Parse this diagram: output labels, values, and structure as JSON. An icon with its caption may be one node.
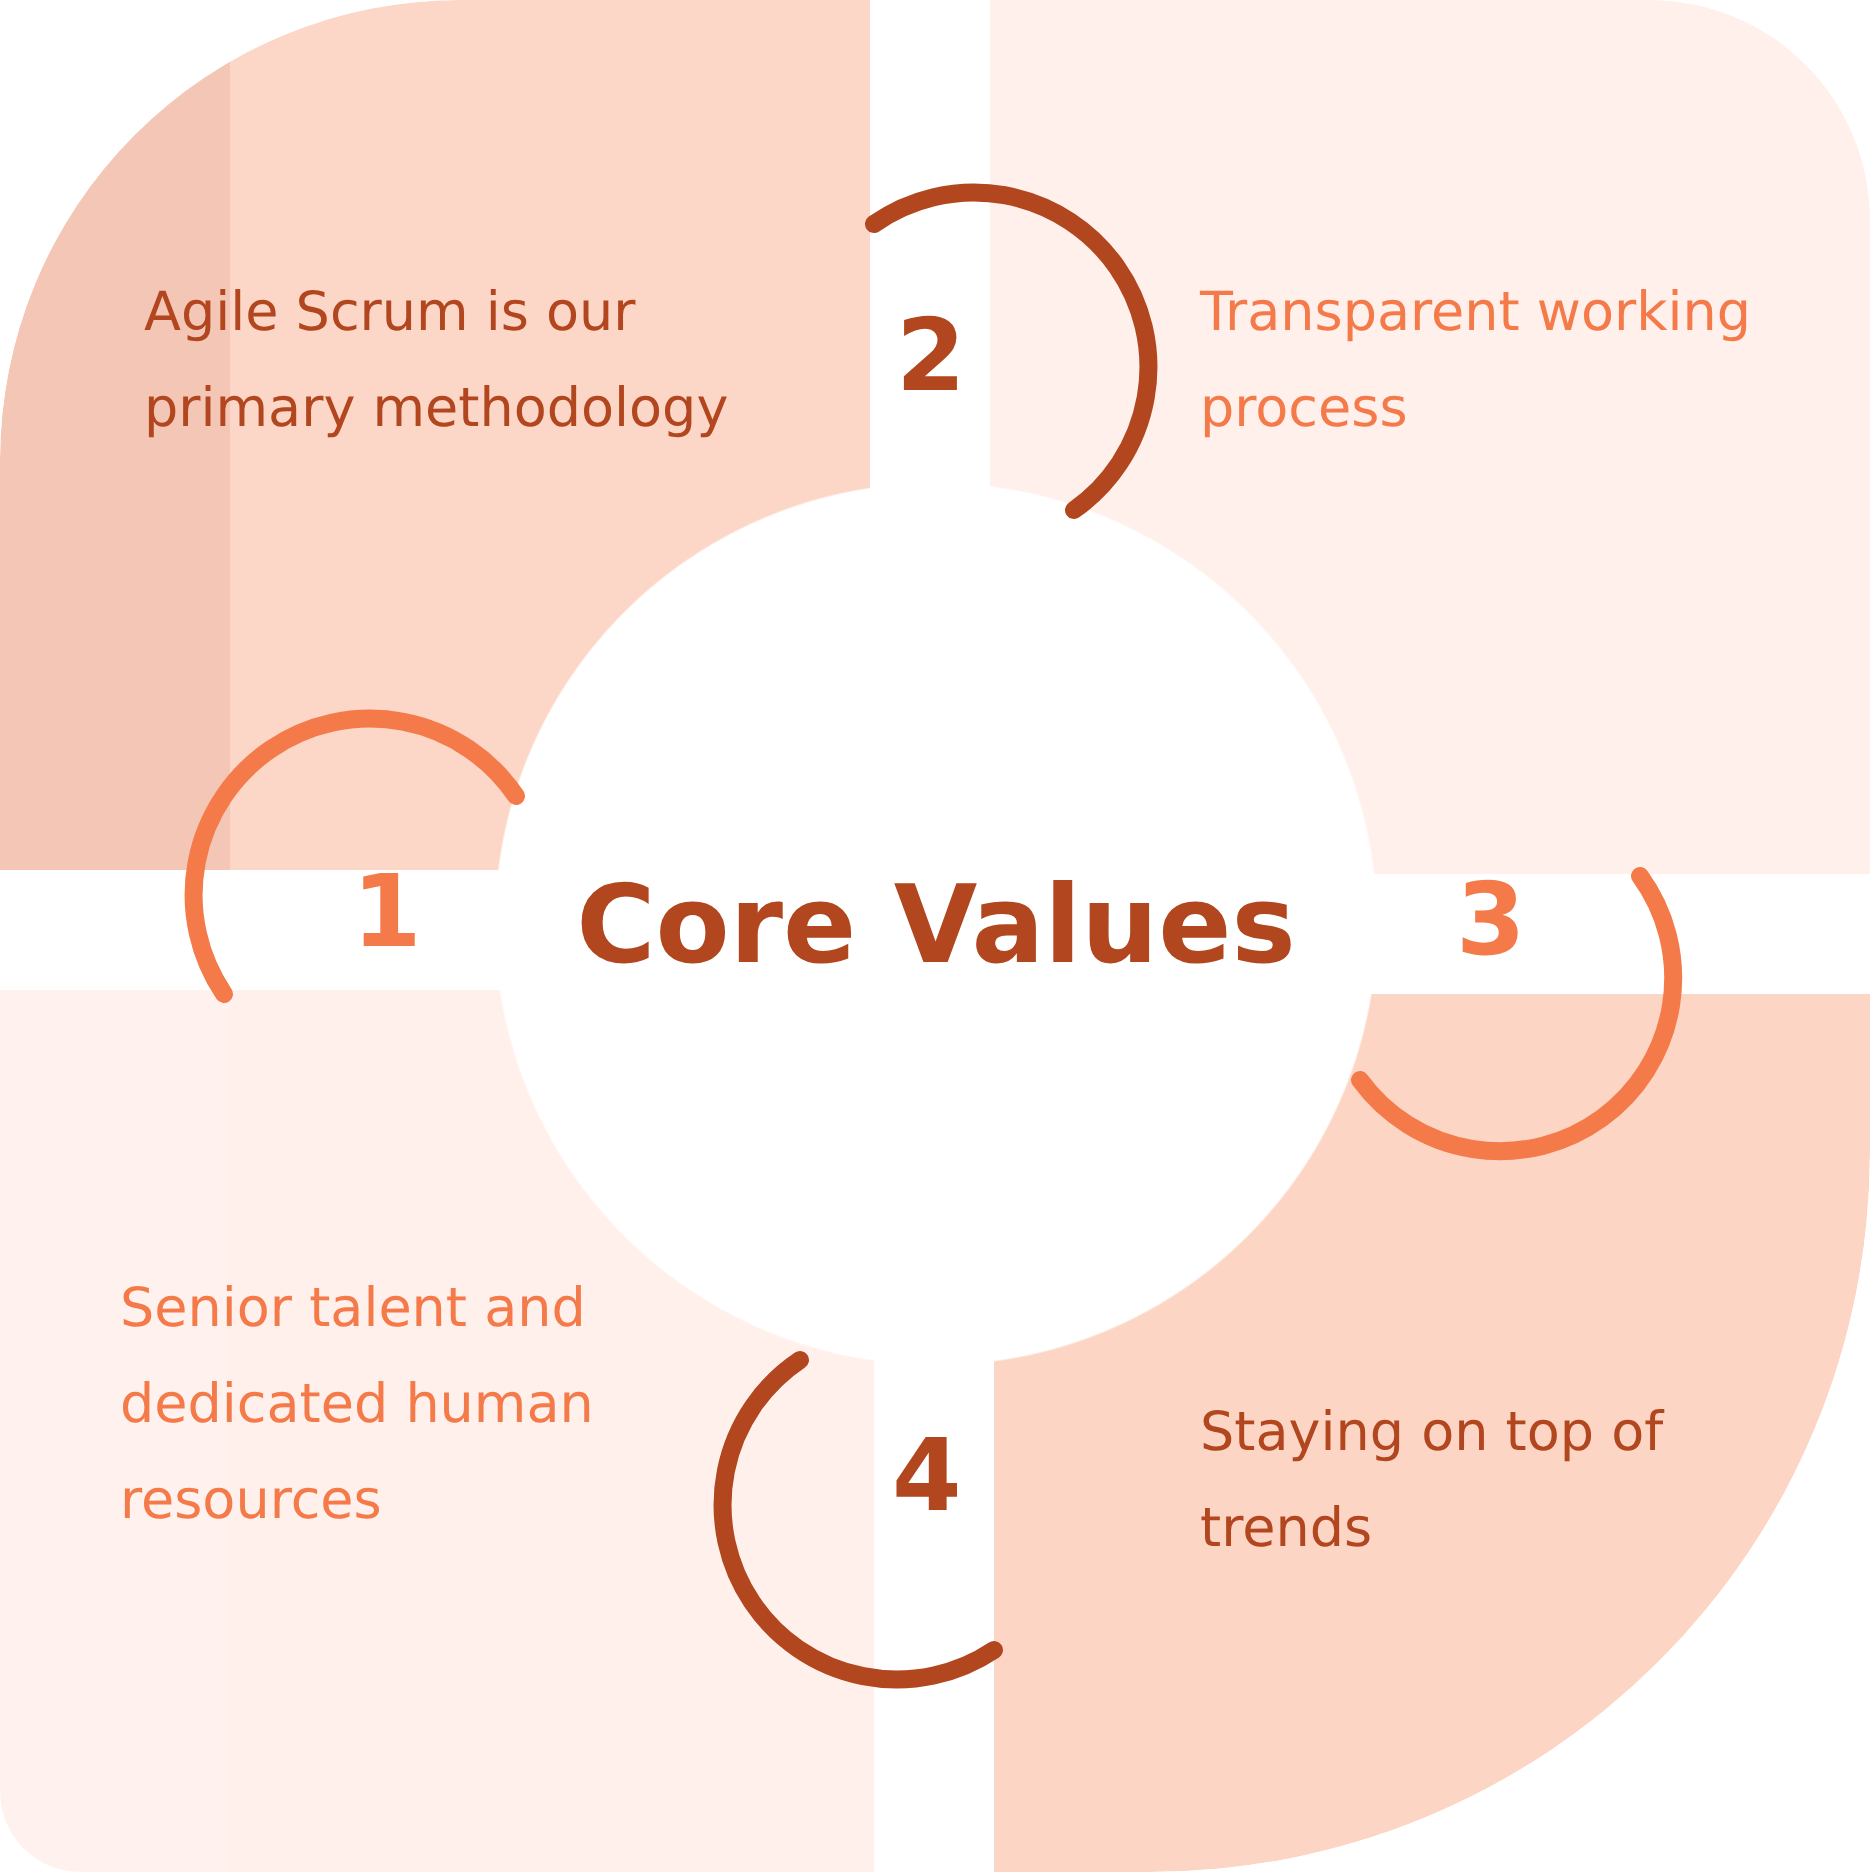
{
  "diagram": {
    "nodes": [
      {
        "text": [
          "Agile Scrum is our primary methodology"
        ],
        "beside": [
          "2"
        ]
      },
      {
        "text": [
          "Transparent working process"
        ],
        "beside": [
          "3"
        ]
      },
      {
        "text": [
          "Core Values"
        ]
      },
      {
        "text": [
          "Senior talent and dedicated human resources"
        ],
        "beside": [
          "1"
        ]
      },
      {
        "text": [
          "Staying on top of trends"
        ],
        "beside": [
          "4"
        ]
      }
    ]
  }
}
